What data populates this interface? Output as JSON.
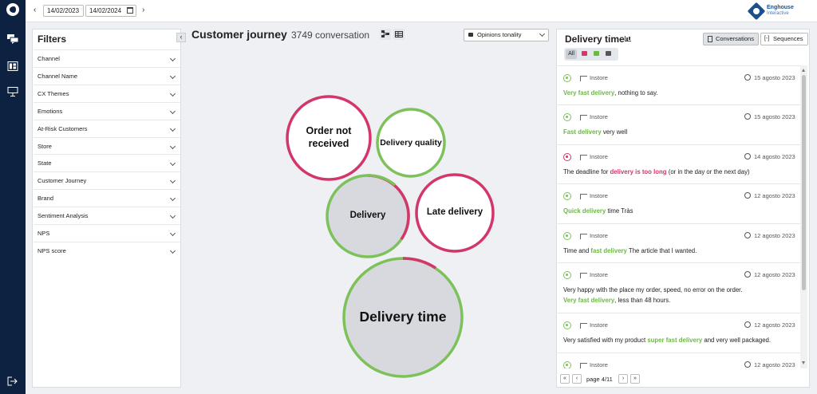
{
  "date_from": "14/02/2023",
  "date_to": "14/02/2024",
  "brand": {
    "name": "Enghouse",
    "sub": "Interactive"
  },
  "filters": {
    "title": "Filters",
    "items": [
      "Channel",
      "Channel Name",
      "CX Themes",
      "Emotions",
      "At-Risk Customers",
      "Store",
      "State",
      "Customer Journey",
      "Brand",
      "Sentiment Analysis",
      "NPS",
      "NPS score"
    ]
  },
  "journey": {
    "title": "Customer journey",
    "count": "3749 conversation",
    "tonality_select": "Opinions tonality",
    "bubbles": [
      {
        "label": "Order not received",
        "sentiment": "negative"
      },
      {
        "label": "Delivery quality",
        "sentiment": "positive"
      },
      {
        "label": "Delivery",
        "sentiment": "mostly-positive",
        "selected": true
      },
      {
        "label": "Late delivery",
        "sentiment": "negative"
      },
      {
        "label": "Delivery time",
        "sentiment": "mostly-positive",
        "selected": true
      }
    ]
  },
  "colors": {
    "positive": "#7dc15a",
    "negative": "#d2366a",
    "selected_fill": "#d7d9de"
  },
  "detail": {
    "title": "Delivery time",
    "tab_conversations": "Conversations",
    "tab_sequences": "Sequences",
    "filter_all": "All",
    "cards": [
      {
        "sentiment": "positive",
        "source": "Instore",
        "date": "15 agosto 2023",
        "parts": [
          [
            "g",
            "Very fast delivery"
          ],
          [
            "t",
            ", nothing to say."
          ]
        ]
      },
      {
        "sentiment": "positive",
        "source": "Instore",
        "date": "15 agosto 2023",
        "parts": [
          [
            "g",
            "Fast delivery"
          ],
          [
            "t",
            " very well"
          ]
        ]
      },
      {
        "sentiment": "negative",
        "source": "Instore",
        "date": "14 agosto 2023",
        "parts": [
          [
            "t",
            "The deadline for "
          ],
          [
            "r",
            "delivery is too long"
          ],
          [
            "t",
            " (or in the day or the next day)"
          ]
        ]
      },
      {
        "sentiment": "positive",
        "source": "Instore",
        "date": "12 agosto 2023",
        "parts": [
          [
            "g",
            "Quick delivery"
          ],
          [
            "t",
            " time Tràs"
          ]
        ]
      },
      {
        "sentiment": "positive",
        "source": "Instore",
        "date": "12 agosto 2023",
        "parts": [
          [
            "t",
            "Time and "
          ],
          [
            "g",
            "fast delivery"
          ],
          [
            "t",
            " The article that I wanted."
          ]
        ]
      },
      {
        "sentiment": "positive",
        "source": "Instore",
        "date": "12 agosto 2023",
        "parts": [
          [
            "t",
            "Very happy with the place my order, speed, no error on the order."
          ],
          [
            "br",
            ""
          ],
          [
            "g",
            "Very fast delivery"
          ],
          [
            "t",
            ", less than 48 hours."
          ]
        ]
      },
      {
        "sentiment": "positive",
        "source": "Instore",
        "date": "12 agosto 2023",
        "parts": [
          [
            "t",
            "Very satisfied with my product "
          ],
          [
            "g",
            "super fast delivery"
          ],
          [
            "t",
            " and very well packaged."
          ]
        ]
      },
      {
        "sentiment": "positive",
        "source": "Instore",
        "date": "12 agosto 2023",
        "parts": []
      }
    ],
    "page": "page 4/11"
  }
}
